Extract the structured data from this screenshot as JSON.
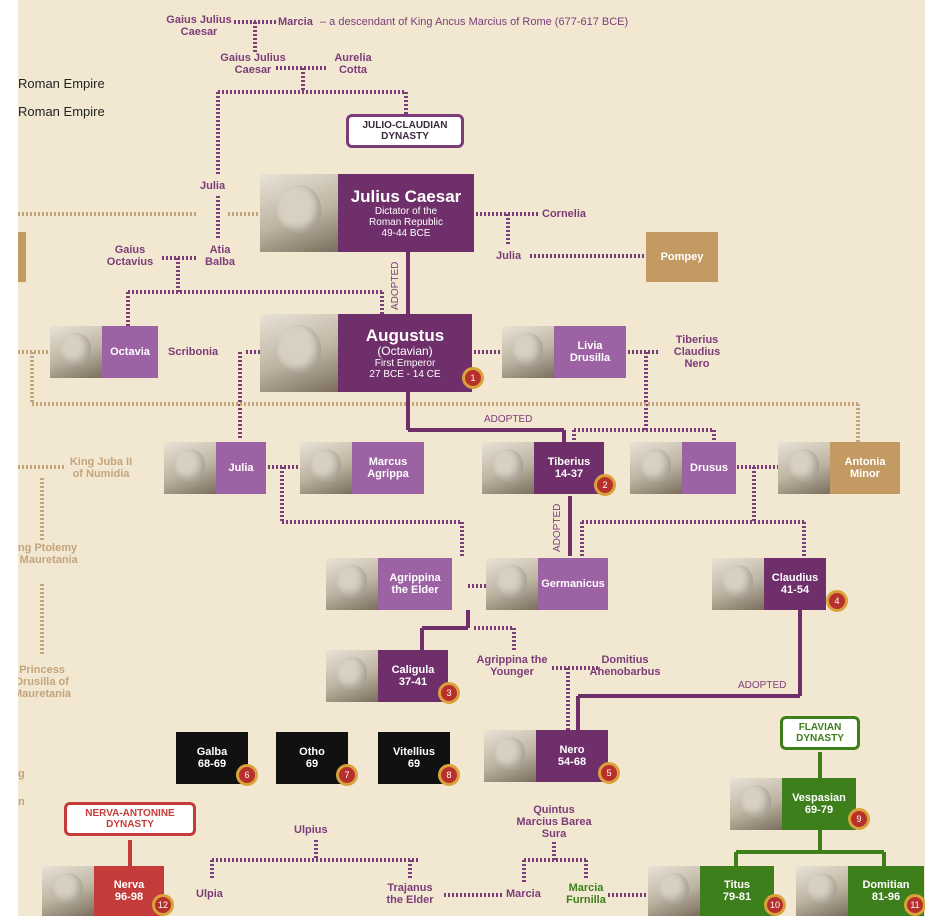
{
  "legend": {
    "line1": "Roman Empire",
    "line2": "Roman Empire"
  },
  "dynasties": {
    "julio": "JULIO-CLAUDIAN DYNASTY",
    "flavian": "FLAVIAN DYNASTY",
    "nerva": "NERVA-ANTONINE DYNASTY"
  },
  "colors": {
    "emperor": "#6f2f6a",
    "family": "#9c62a3",
    "other": "#c49a63",
    "civilwar": "#111111",
    "flavian": "#3d7f1b",
    "nerva": "#c43c3a",
    "background": "#f2e8d2"
  },
  "nodes": {
    "julius": {
      "name": "Julius Caesar",
      "desc1": "Dictator of the",
      "desc2": "Roman Republic",
      "years": "49-44 BCE"
    },
    "augustus": {
      "name": "Augustus",
      "alt": "(Octavian)",
      "desc": "First Emperor",
      "years": "27 BCE - 14 CE",
      "num": "1"
    },
    "octavia": {
      "name": "Octavia"
    },
    "livia": {
      "name": "Livia Drusilla"
    },
    "pompey": {
      "name": "Pompey"
    },
    "julia_d": {
      "name": "Julia"
    },
    "agrippa": {
      "name": "Marcus Agrippa"
    },
    "tiberius": {
      "name": "Tiberius",
      "years": "14-37",
      "num": "2"
    },
    "drusus": {
      "name": "Drusus"
    },
    "antonia": {
      "name": "Antonia Minor"
    },
    "agrippina_e": {
      "name": "Agrippina the Elder"
    },
    "germanicus": {
      "name": "Germanicus"
    },
    "claudius": {
      "name": "Claudius",
      "years": "41-54",
      "num": "4"
    },
    "caligula": {
      "name": "Caligula",
      "years": "37-41",
      "num": "3"
    },
    "nero": {
      "name": "Nero",
      "years": "54-68",
      "num": "5"
    },
    "galba": {
      "name": "Galba",
      "years": "68-69",
      "num": "6"
    },
    "otho": {
      "name": "Otho",
      "years": "69",
      "num": "7"
    },
    "vitellius": {
      "name": "Vitellius",
      "years": "69",
      "num": "8"
    },
    "vespasian": {
      "name": "Vespasian",
      "years": "69-79",
      "num": "9"
    },
    "titus": {
      "name": "Titus",
      "years": "79-81",
      "num": "10"
    },
    "domitian": {
      "name": "Domitian",
      "years": "81-96",
      "num": "11"
    },
    "nerva": {
      "name": "Nerva",
      "years": "96-98",
      "num": "12"
    }
  },
  "labels": {
    "gjc1": "Gaius Julius Caesar",
    "marcia_top": "Marcia",
    "marcia_desc": "– a descendant of King Ancus Marcius of Rome (677-617 BCE)",
    "gjc2": "Gaius Julius Caesar",
    "aurelia": "Aurelia Cotta",
    "julia_sis": "Julia",
    "cornelia": "Cornelia",
    "julia_c": "Julia",
    "gaius_oct": "Gaius Octavius",
    "atia": "Atia Balba",
    "scribonia": "Scribonia",
    "tib_nero": "Tiberius Claudius Nero",
    "juba": "King Juba II of Numidia",
    "ptolemy": "King Ptolemy of Mauretania",
    "drusilla": "Princess Drusilla of Mauretania",
    "agrippina_y": "Agrippina the Younger",
    "domitius": "Domitius Ahenobarbus",
    "ulpius": "Ulpius",
    "quintus": "Quintus Marcius Barea Sura",
    "ulpia": "Ulpia",
    "trajanus": "Trajanus the Elder",
    "marcia_b": "Marcia",
    "marcia_f": "Marcia Furnilla",
    "adopted": "ADOPTED",
    "frag_g": "g",
    "frag_n": "n"
  }
}
